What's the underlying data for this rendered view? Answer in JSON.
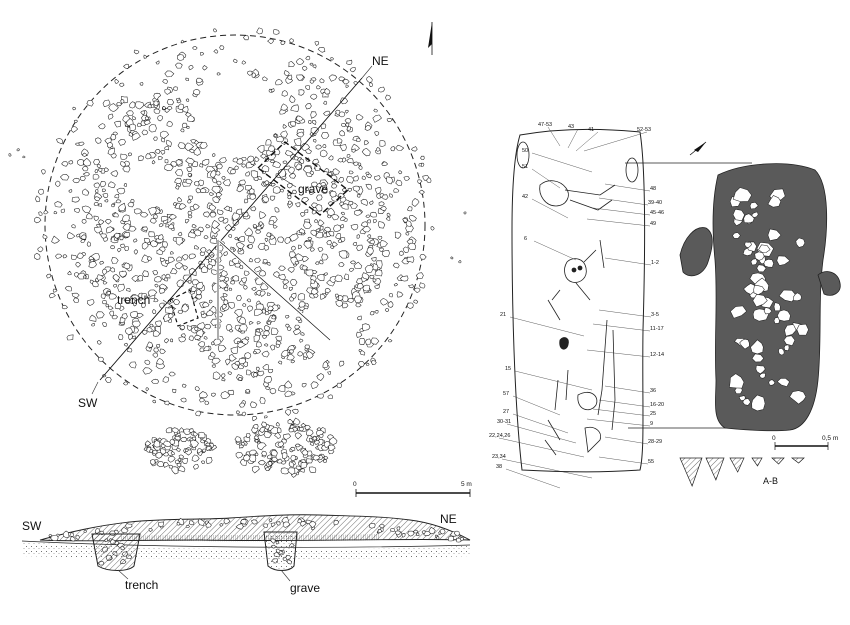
{
  "plan": {
    "labels": {
      "ne": "NE",
      "sw": "SW",
      "grave": "grave",
      "trench": "trench"
    },
    "scale": {
      "start": "0",
      "end": "5 m"
    }
  },
  "section": {
    "labels": {
      "sw": "SW",
      "ne": "NE",
      "trench": "trench",
      "grave": "grave"
    }
  },
  "grave_plan": {
    "find_numbers": [
      "47-53",
      "43",
      "41",
      "52-53",
      "50",
      "51",
      "42",
      "6",
      "21",
      "15",
      "57",
      "27",
      "30-31",
      "22,24,26",
      "23,34",
      "38",
      "48",
      "39-40",
      "45-46",
      "49",
      "1-2",
      "3-5",
      "11-17",
      "12-14",
      "36",
      "16-20",
      "25",
      "9",
      "28-29",
      "55"
    ]
  },
  "grave_section": {
    "label": "A-B",
    "scale": {
      "start": "0",
      "end": "0,5 m"
    }
  },
  "colors": {
    "ink": "#222222",
    "fill_dark": "#5a5a5a",
    "background": "#ffffff"
  }
}
